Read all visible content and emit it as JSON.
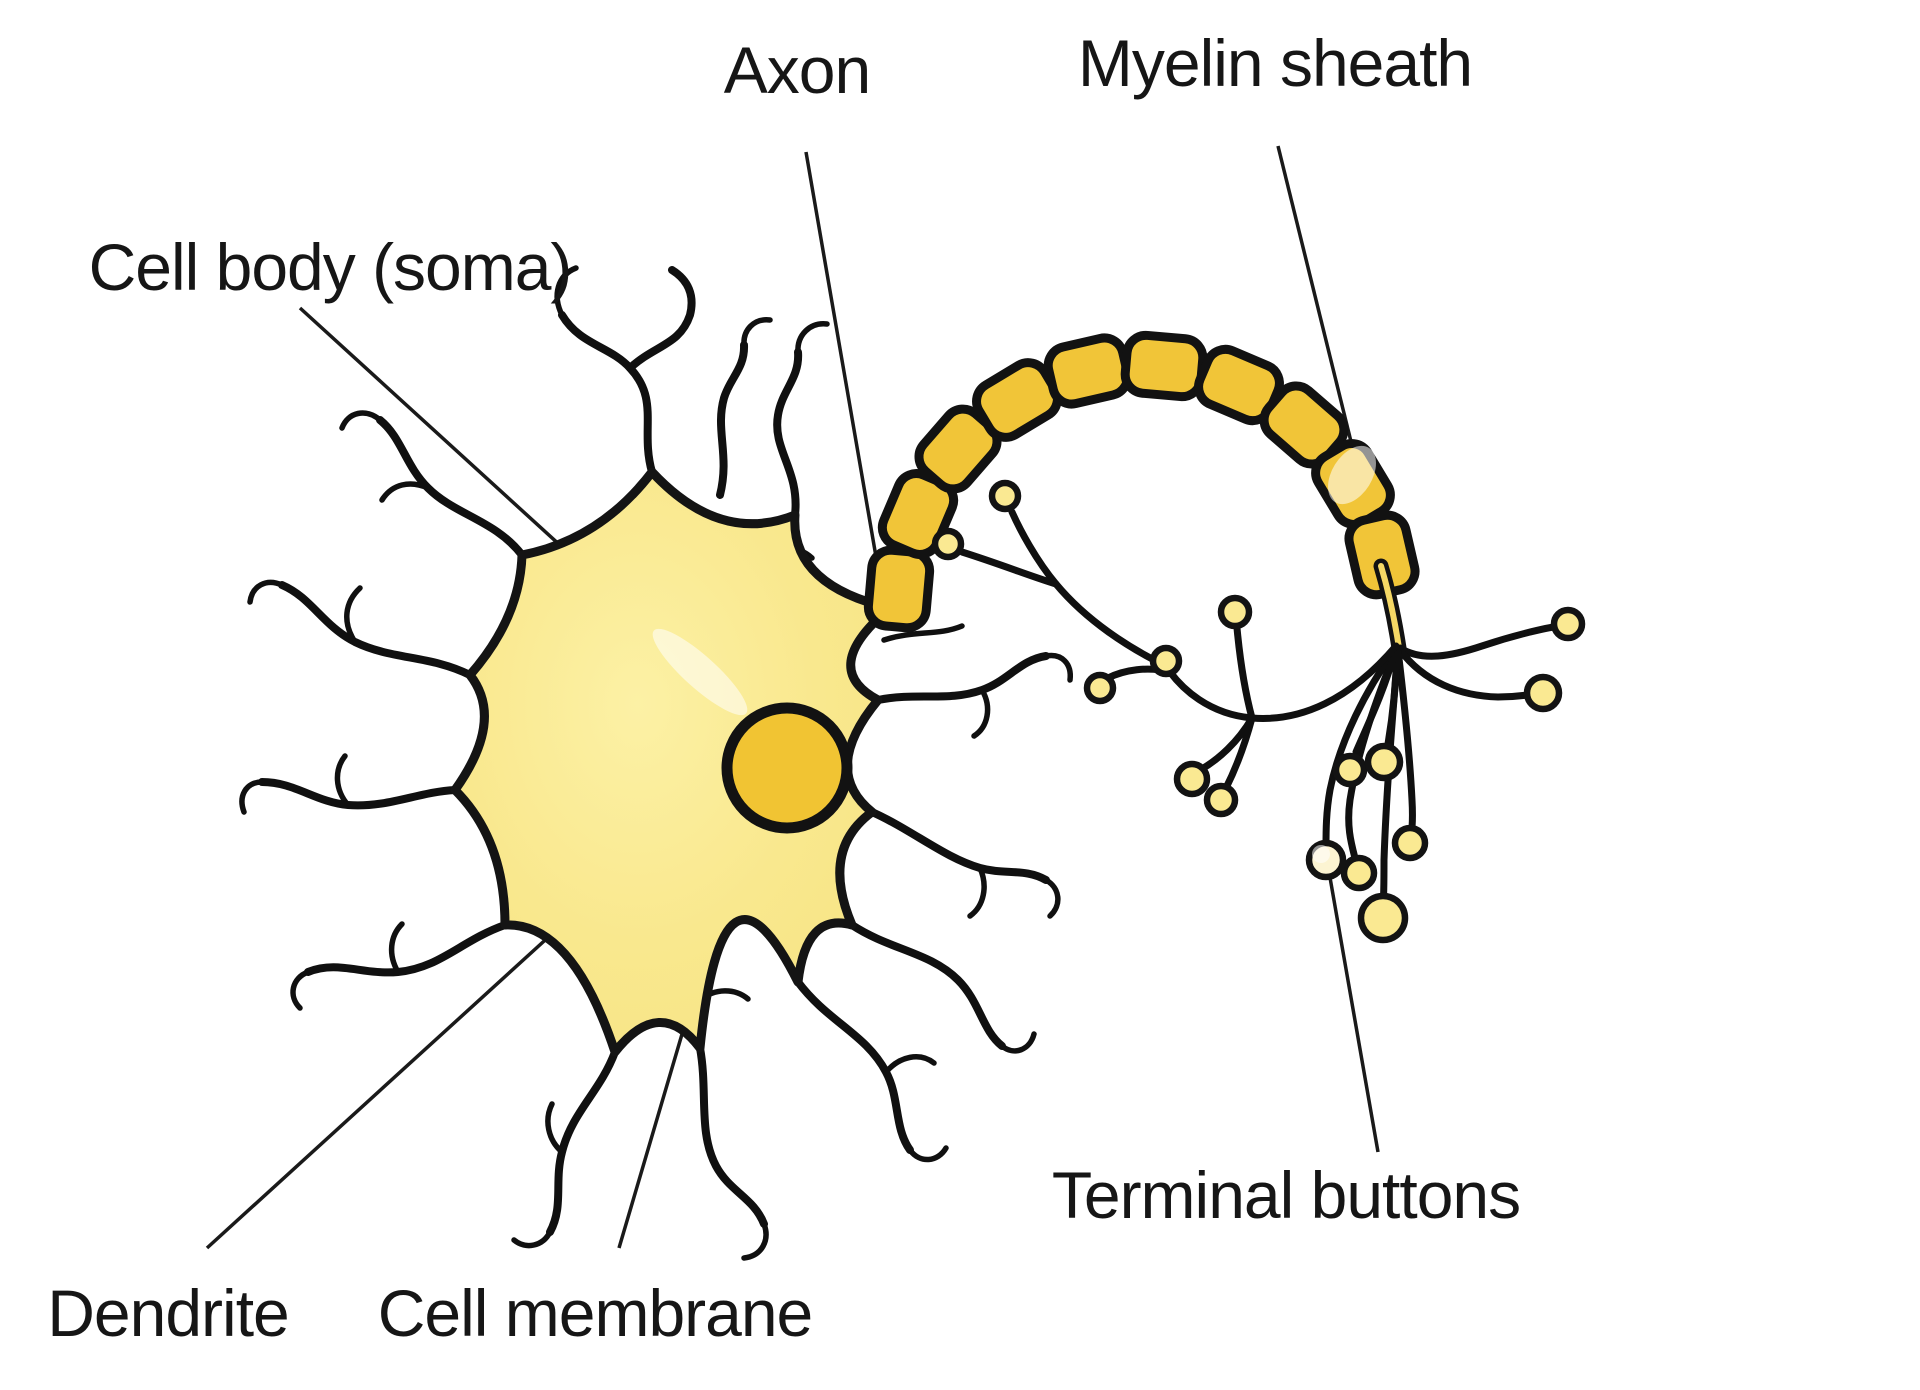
{
  "figure": {
    "type": "neuron-anatomy-diagram",
    "background": "#FFFFFF",
    "labels": {
      "axon": "Axon",
      "myelin_sheath": "Myelin sheath",
      "cell_body": "Cell body (soma)",
      "dendrite": "Dendrite",
      "cell_membrane": "Cell membrane",
      "terminal_buttons": "Terminal buttons"
    },
    "colors": {
      "soma_fill": "#F9E88E",
      "soma_highlight": "#FCF1A5",
      "nucleus_fill": "#F1C433",
      "myelin_fill": "#F1C538",
      "terminal_button_fill": "#FAE992",
      "outline_ink": "#141414",
      "label_text": "#161616"
    }
  }
}
